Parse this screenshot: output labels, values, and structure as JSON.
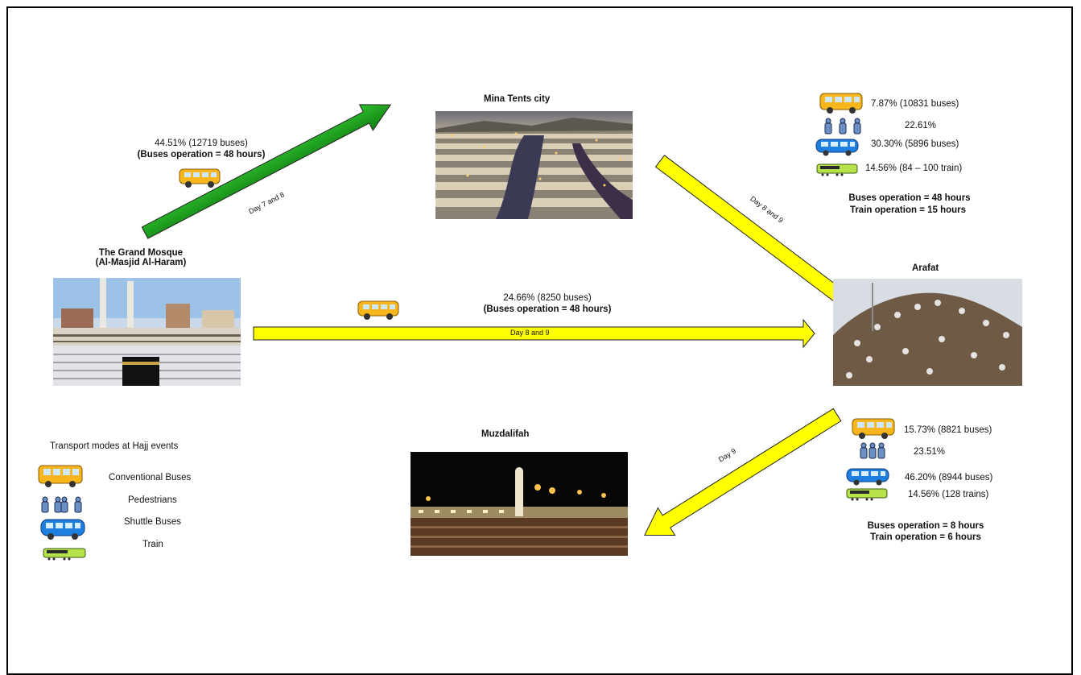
{
  "locations": {
    "mina": "Mina Tents city",
    "grand_mosque_line1": "The Grand Mosque",
    "grand_mosque_line2": "(Al-Masjid Al-Haram)",
    "arafat": "Arafat",
    "muzdalifah": "Muzdalifah"
  },
  "routes": {
    "mosque_to_mina": {
      "percent_text": "44.51% (12719 buses)",
      "operation_text": "(Buses operation = 48 hours)",
      "arrow_label": "Day 7 and 8",
      "arrow_color": "#1a9e1a"
    },
    "mosque_to_arafat": {
      "percent_text": "24.66% (8250 buses)",
      "operation_text": "(Buses operation = 48 hours)",
      "arrow_label": "Day 8 and 9",
      "arrow_color": "#ffff00"
    },
    "mina_to_arafat": {
      "arrow_label": "Day 8 and 9",
      "arrow_color": "#ffff00"
    },
    "arafat_to_muzdalifah": {
      "arrow_label": "Day 9",
      "arrow_color": "#ffff00"
    }
  },
  "mina_arafat_stats": {
    "conventional": "7.87% (10831 buses)",
    "pedestrians": "22.61%",
    "shuttle": "30.30% (5896 buses)",
    "train": "14.56% (84 – 100 train)",
    "buses_operation": "Buses operation = 48 hours",
    "train_operation": "Train operation = 15 hours"
  },
  "arafat_muzdalifah_stats": {
    "conventional": "15.73% (8821 buses)",
    "pedestrians": "23.51%",
    "shuttle": "46.20% (8944 buses)",
    "train": "14.56% (128 trains)",
    "buses_operation": "Buses operation = 8 hours",
    "train_operation": "Train operation = 6 hours"
  },
  "legend": {
    "title": "Transport modes  at Hajj events",
    "items": [
      {
        "label": "Conventional Buses",
        "icon": "conventional-bus-icon"
      },
      {
        "label": "Pedestrians",
        "icon": "pedestrians-icon"
      },
      {
        "label": "Shuttle Buses",
        "icon": "shuttle-bus-icon"
      },
      {
        "label": "Train",
        "icon": "train-icon"
      }
    ]
  },
  "colors": {
    "conventional_bus": "#f7b71c",
    "shuttle_bus": "#1f7fe0",
    "train": "#b6e34a",
    "green_arrow": "#1a9e1a",
    "yellow_arrow": "#ffff00"
  }
}
